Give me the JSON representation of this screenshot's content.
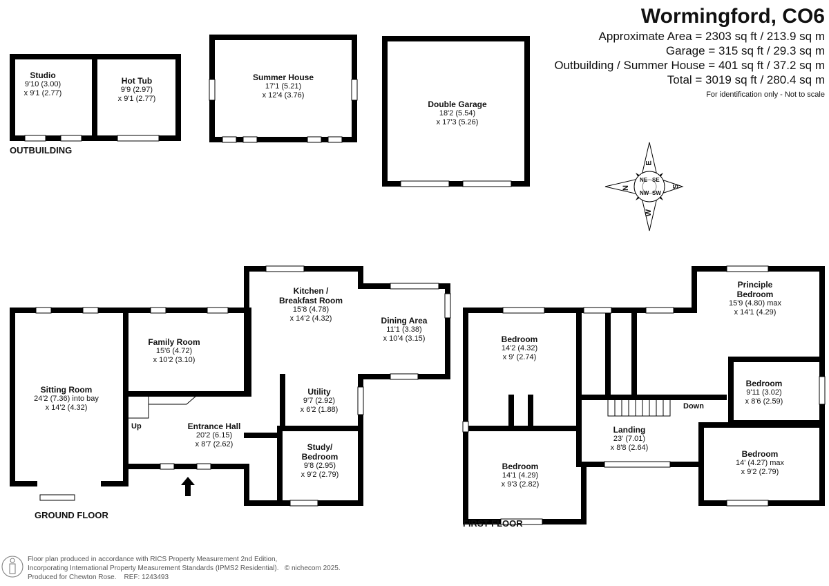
{
  "header": {
    "title": "Wormingford, CO6",
    "areas": [
      "Approximate Area = 2303 sq ft / 213.9 sq m",
      "Garage = 315 sq ft / 29.3 sq m",
      "Outbuilding / Summer House = 401 sq ft / 37.2 sq m",
      "Total = 3019 sq ft / 280.4 sq m"
    ],
    "disclaimer": "For identification only - Not to scale"
  },
  "floors": {
    "outbuilding": "OUTBUILDING",
    "ground": "GROUND FLOOR",
    "first": "FIRST FLOOR"
  },
  "rooms": {
    "studio": {
      "name": "Studio",
      "d1": "9'10 (3.00)",
      "d2": "x 9'1 (2.77)"
    },
    "hot_tub": {
      "name": "Hot Tub",
      "d1": "9'9 (2.97)",
      "d2": "x 9'1 (2.77)"
    },
    "summer_house": {
      "name": "Summer House",
      "d1": "17'1 (5.21)",
      "d2": "x 12'4 (3.76)"
    },
    "garage": {
      "name": "Double Garage",
      "d1": "18'2 (5.54)",
      "d2": "x 17'3 (5.26)"
    },
    "kitchen": {
      "name1": "Kitchen /",
      "name2": "Breakfast Room",
      "d1": "15'8 (4.78)",
      "d2": "x 14'2 (4.32)"
    },
    "dining": {
      "name": "Dining Area",
      "d1": "11'1 (3.38)",
      "d2": "x 10'4 (3.15)"
    },
    "family": {
      "name": "Family Room",
      "d1": "15'6 (4.72)",
      "d2": "x 10'2 (3.10)"
    },
    "sitting": {
      "name": "Sitting Room",
      "d1": "24'2 (7.36) into bay",
      "d2": "x 14'2 (4.32)"
    },
    "entrance": {
      "name": "Entrance Hall",
      "d1": "20'2 (6.15)",
      "d2": "x 8'7 (2.62)"
    },
    "utility": {
      "name": "Utility",
      "d1": "9'7 (2.92)",
      "d2": "x 6'2 (1.88)"
    },
    "study": {
      "name1": "Study/",
      "name2": "Bedroom",
      "d1": "9'8 (2.95)",
      "d2": "x 9'2 (2.79)"
    },
    "bed_nw": {
      "name": "Bedroom",
      "d1": "14'2 (4.32)",
      "d2": "x 9' (2.74)"
    },
    "bed_sw": {
      "name": "Bedroom",
      "d1": "14'1 (4.29)",
      "d2": "x 9'3 (2.82)"
    },
    "landing": {
      "name": "Landing",
      "d1": "23' (7.01)",
      "d2": "x 8'8 (2.64)"
    },
    "principle": {
      "name1": "Principle",
      "name2": "Bedroom",
      "d1": "15'9 (4.80) max",
      "d2": "x 14'1 (4.29)"
    },
    "bed_e": {
      "name": "Bedroom",
      "d1": "9'11 (3.02)",
      "d2": "x 8'6 (2.59)"
    },
    "bed_se": {
      "name": "Bedroom",
      "d1": "14' (4.27) max",
      "d2": "x 9'2 (2.79)"
    }
  },
  "stairs": {
    "up": "Up",
    "down": "Down"
  },
  "compass": {
    "n": "N",
    "e": "E",
    "s": "S",
    "w": "W",
    "ne": "NE",
    "se": "SE",
    "sw": "SW",
    "nw": "NW"
  },
  "footer": {
    "line1": "Floor plan produced in accordance with RICS Property Measurement 2nd Edition,",
    "line2": "Incorporating International Property Measurement Standards (IPMS2 Residential).   © nichecom 2025.",
    "line3": "Produced for Chewton Rose.    REF: 1243493"
  }
}
